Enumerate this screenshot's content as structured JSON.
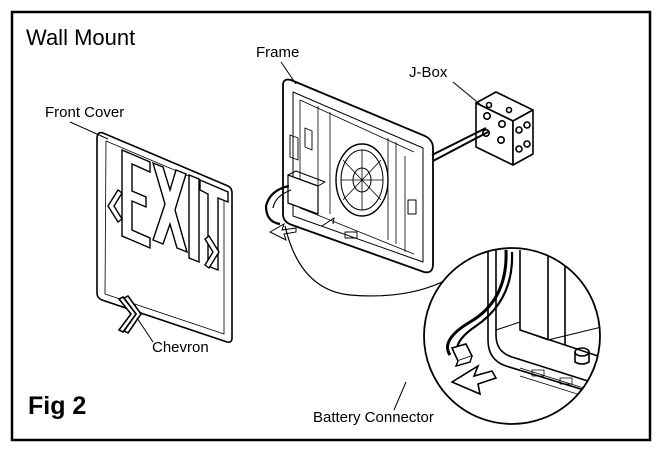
{
  "title": "Wall Mount",
  "figure_label": "Fig 2",
  "callouts": {
    "frame": "Frame",
    "jbox": "J-Box",
    "front_cover": "Front Cover",
    "chevron": "Chevron",
    "battery_connector": "Battery Connector"
  },
  "sign_text": "EXIT"
}
